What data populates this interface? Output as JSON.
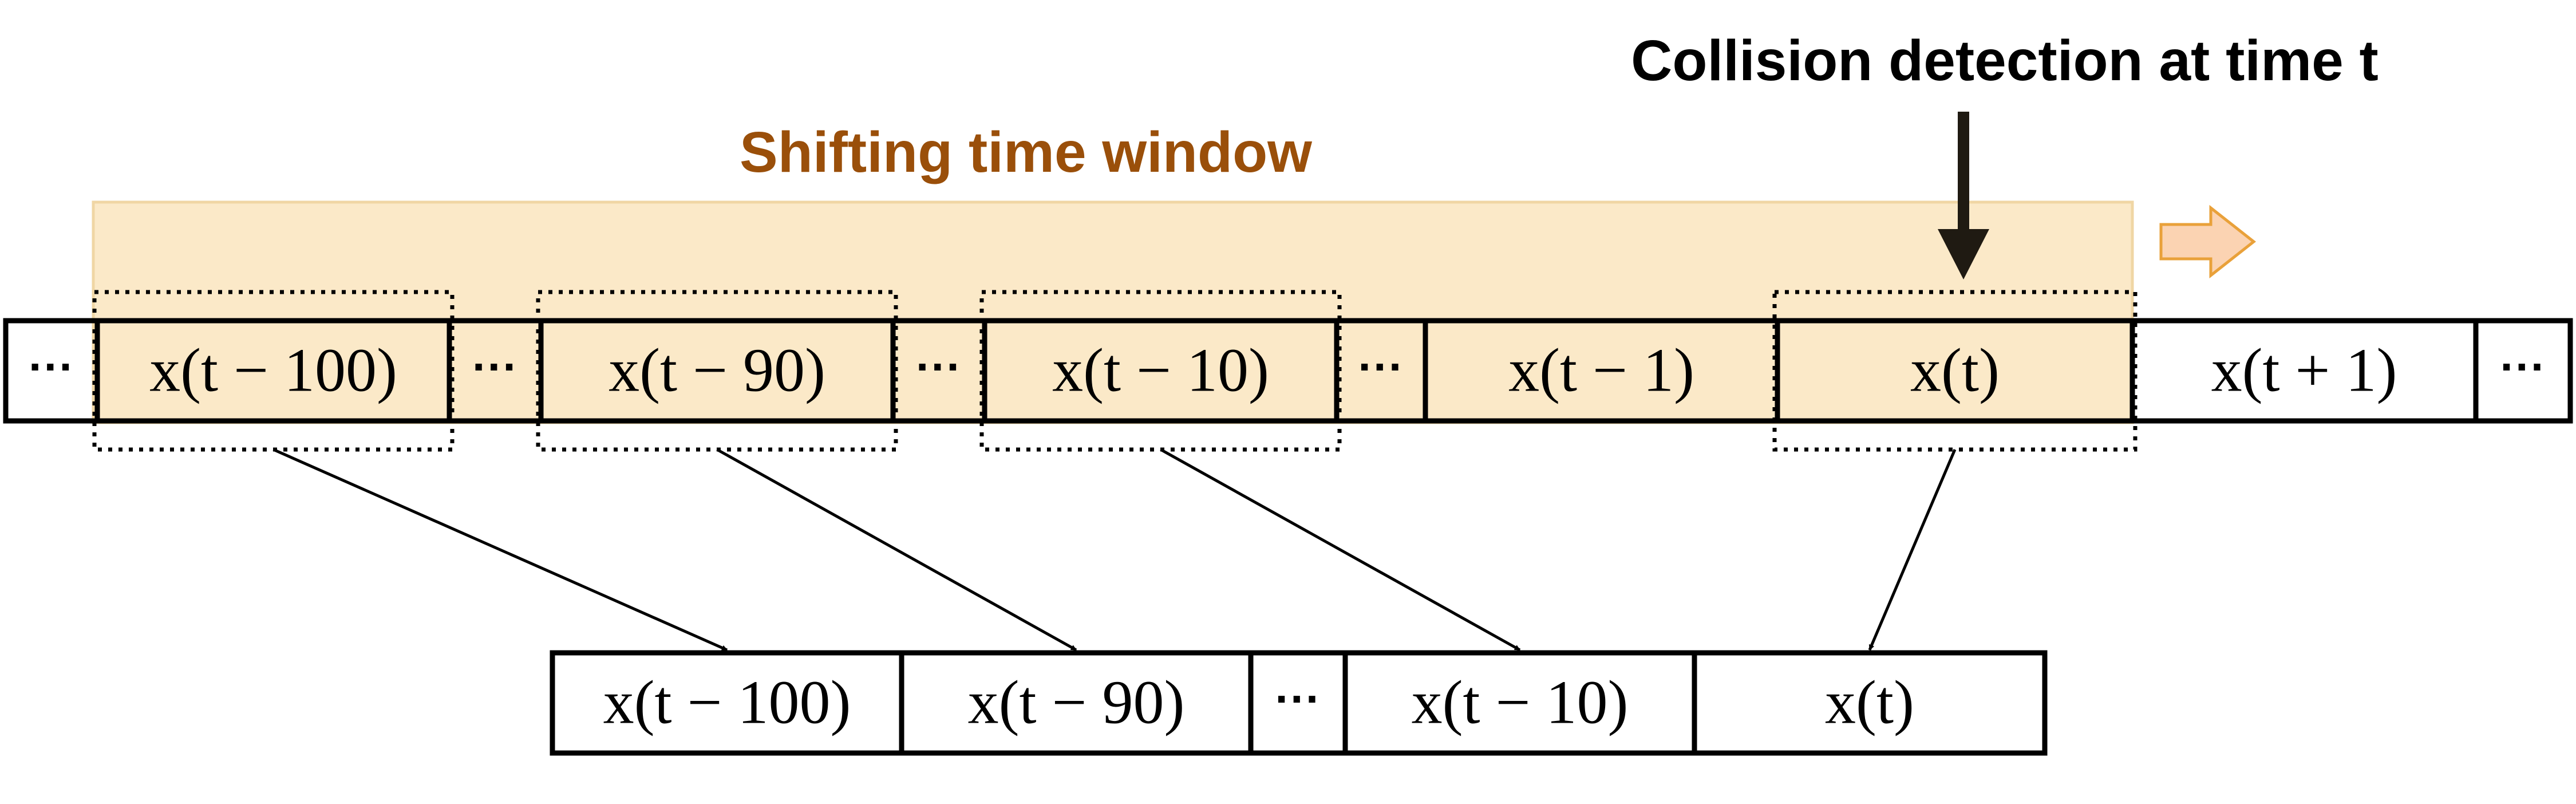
{
  "labels": {
    "window": "Shifting time window",
    "detection": "Collision detection at time t"
  },
  "colors": {
    "window_fill": "#fbe9c8",
    "window_stroke": "#f0d6a4",
    "window_text": "#9a4f0a",
    "shift_arrow_fill": "#fbd3b2",
    "shift_arrow_stroke": "#e9a13a",
    "detection_arrow": "#1f1a12"
  },
  "icons": {
    "shift": "right-arrow-icon",
    "detection": "down-arrow-icon"
  },
  "top_sequence": [
    {
      "text": "···",
      "ellipsis": true
    },
    {
      "text": "x(t − 100)",
      "sampled": true
    },
    {
      "text": "···",
      "ellipsis": true
    },
    {
      "text": "x(t − 90)",
      "sampled": true
    },
    {
      "text": "···",
      "ellipsis": true
    },
    {
      "text": "x(t − 10)",
      "sampled": true
    },
    {
      "text": "···",
      "ellipsis": true
    },
    {
      "text": "x(t − 1)"
    },
    {
      "text": "x(t)",
      "sampled": true
    },
    {
      "text": "x(t + 1)"
    },
    {
      "text": "···",
      "ellipsis": true
    }
  ],
  "bottom_sequence": [
    {
      "text": "x(t − 100)"
    },
    {
      "text": "x(t − 90)"
    },
    {
      "text": "···",
      "ellipsis": true
    },
    {
      "text": "x(t − 10)"
    },
    {
      "text": "x(t)"
    }
  ],
  "mappings": [
    {
      "from": 1,
      "to": 0
    },
    {
      "from": 3,
      "to": 1
    },
    {
      "from": 5,
      "to": 3
    },
    {
      "from": 8,
      "to": 4
    }
  ]
}
